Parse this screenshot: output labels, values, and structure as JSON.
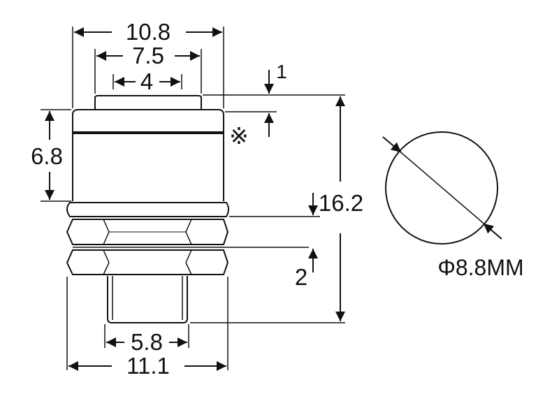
{
  "dimensions": {
    "top_width": "10.8",
    "cap_width": "7.5",
    "button_width": "4",
    "button_height": "1",
    "body_height": "6.8",
    "total_height": "16.2",
    "nut_thickness": "2",
    "thread_width": "5.8",
    "nut_width": "11.1"
  },
  "note_mark": "※",
  "hole": {
    "label": "Φ8.8MM"
  }
}
